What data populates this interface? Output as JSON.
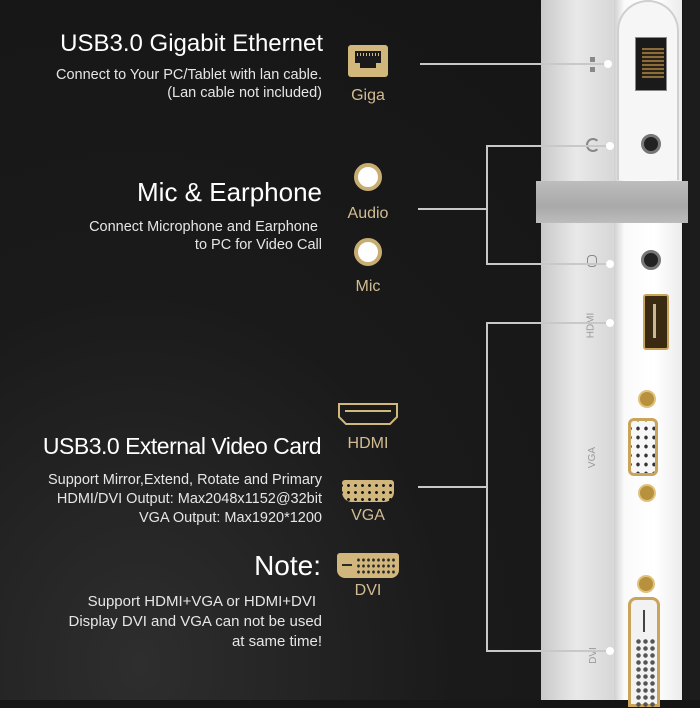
{
  "colors": {
    "background": "#161616",
    "accent_gold": "#d4b98a",
    "line": "#c8c8c8",
    "device_silver": "#e2e2e2"
  },
  "sections": [
    {
      "title": "USB3.0 Gigabit Ethernet",
      "description": [
        "Connect to Your PC/Tablet with lan cable.",
        "(Lan cable not included)"
      ],
      "icons": [
        {
          "icon": "ethernet-port-icon",
          "label": "Giga"
        }
      ]
    },
    {
      "title": "Mic & Earphone",
      "description": [
        "Connect Microphone and Earphone",
        "to PC for Video Call"
      ],
      "icons": [
        {
          "icon": "audio-jack-icon",
          "label": "Audio"
        },
        {
          "icon": "mic-jack-icon",
          "label": "Mic"
        }
      ]
    },
    {
      "title": "USB3.0 External Video Card",
      "description": [
        "Support Mirror,Extend, Rotate and Primary",
        "HDMI/DVI Output: Max2048x1152@32bit",
        "VGA Output: Max1920*1200"
      ],
      "icons": [
        {
          "icon": "hdmi-port-icon",
          "label": "HDMI"
        },
        {
          "icon": "vga-port-icon",
          "label": "VGA"
        }
      ]
    },
    {
      "title": "Note:",
      "description": [
        "Support HDMI+VGA or HDMI+DVI",
        "Display DVI and VGA can not be used",
        "at same time!"
      ],
      "icons": [
        {
          "icon": "dvi-port-icon",
          "label": "DVI"
        }
      ]
    }
  ],
  "device": {
    "port_labels": [
      "HDMI",
      "VGA",
      "DVI"
    ]
  }
}
